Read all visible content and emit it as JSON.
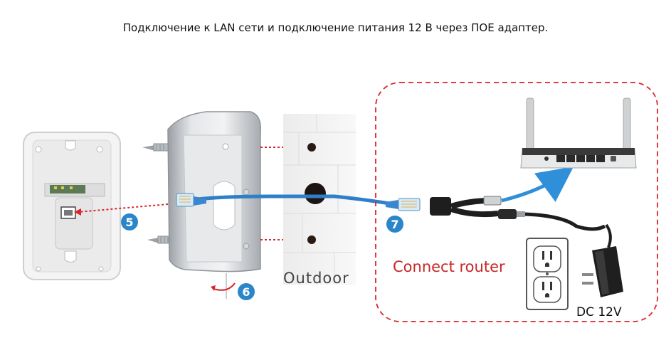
{
  "caption": "Подключение к LAN сети и подключение питания 12 В через ПОЕ адаптер.",
  "labels": {
    "outdoor": "Outdoor",
    "connect_router": "Connect router",
    "dc": "DC 12V"
  },
  "steps": [
    "5",
    "6",
    "7"
  ],
  "colors": {
    "step_circle": "#2a86c9",
    "cable": "#2e7fc8",
    "dashed_red": "#d8262d",
    "arrow_blue": "#2f8fd8"
  }
}
